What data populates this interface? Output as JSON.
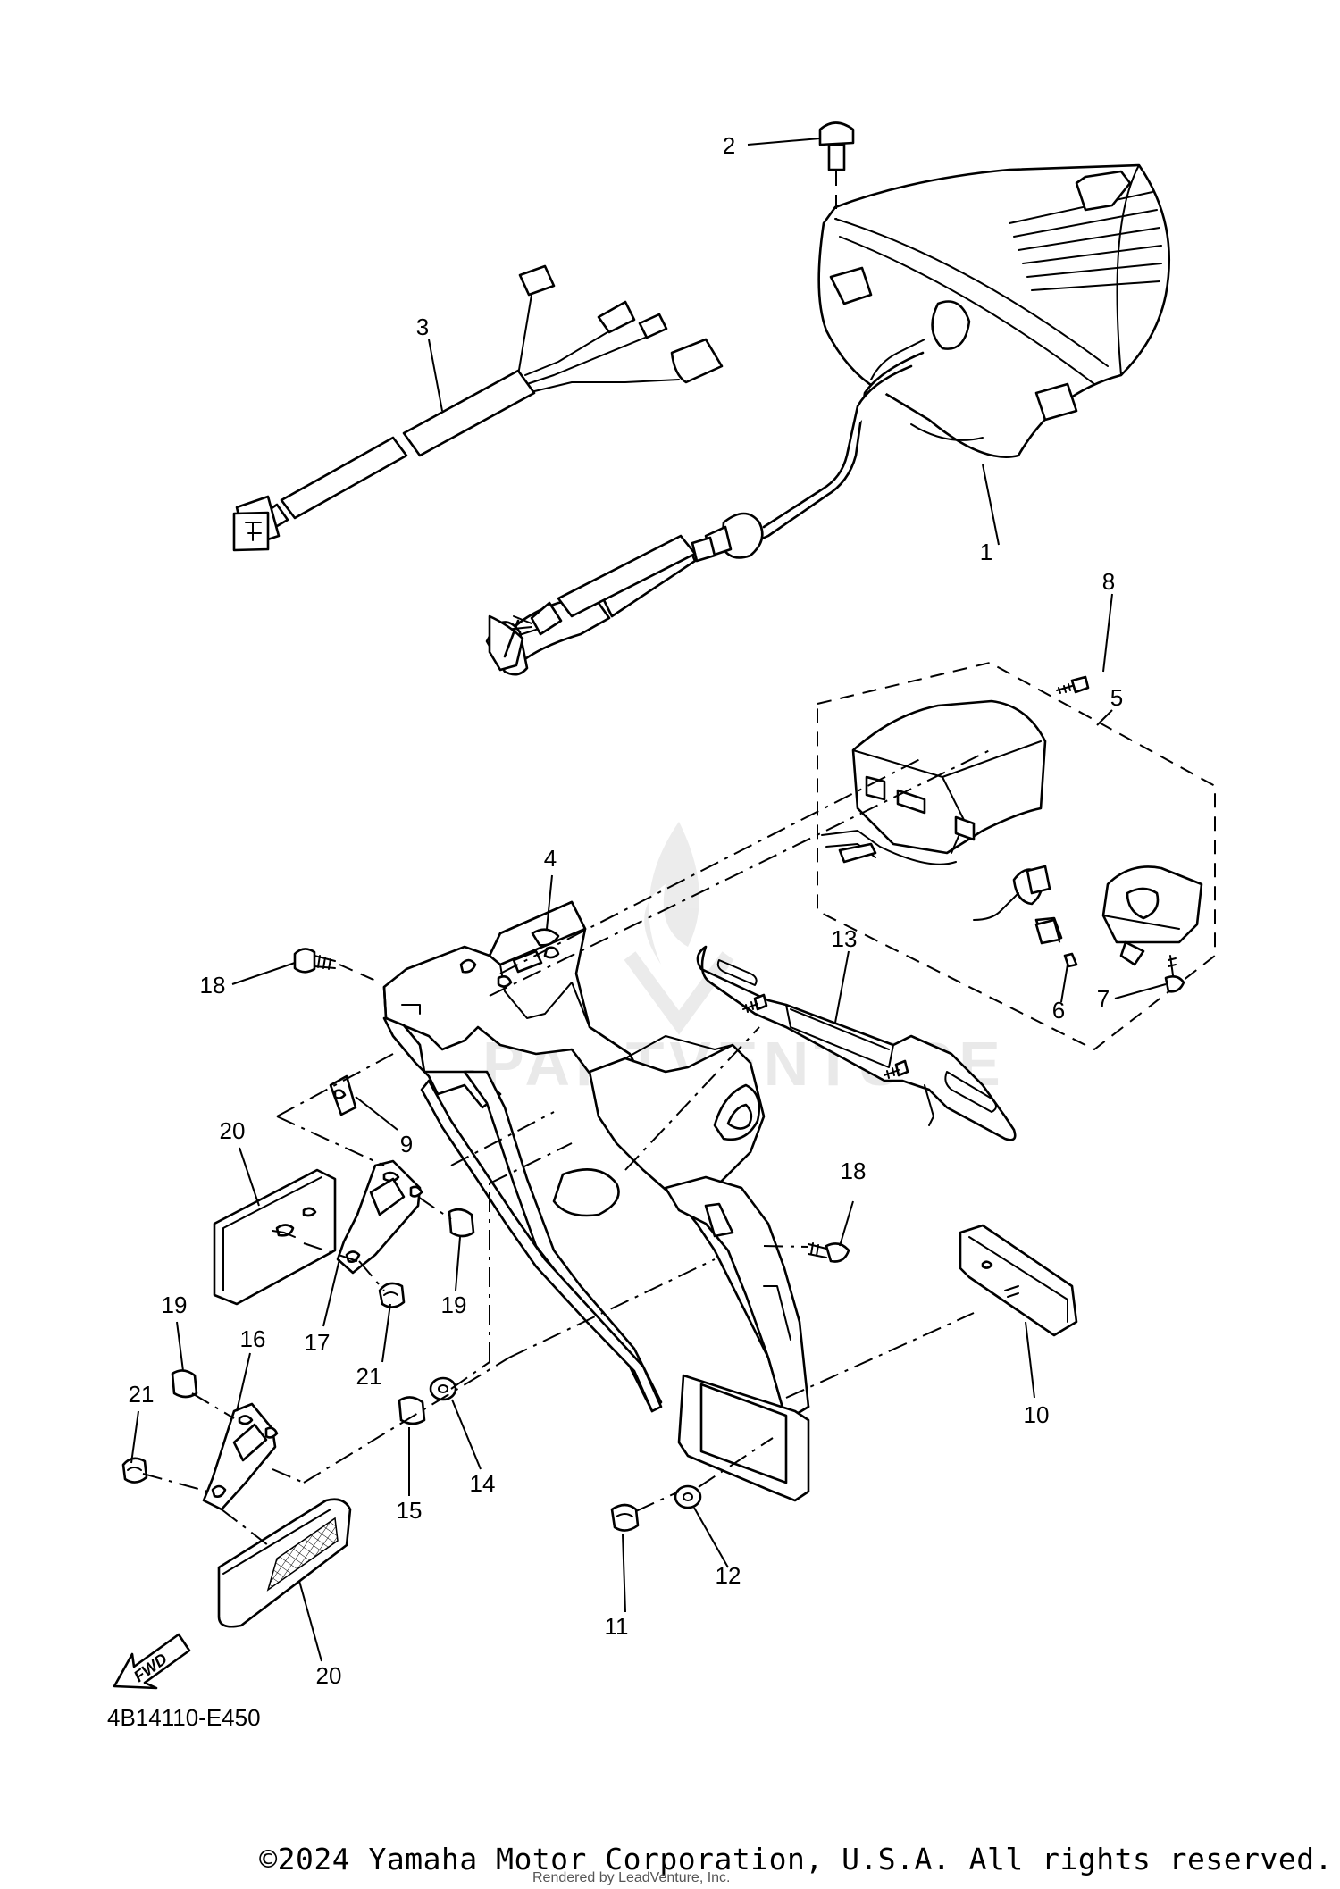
{
  "diagram": {
    "callouts": {
      "c1": "1",
      "c2": "2",
      "c3": "3",
      "c4": "4",
      "c5": "5",
      "c6": "6",
      "c7": "7",
      "c8": "8",
      "c9": "9",
      "c10": "10",
      "c11": "11",
      "c12": "12",
      "c13": "13",
      "c14": "14",
      "c15": "15",
      "c16": "16",
      "c17": "17",
      "c18a": "18",
      "c18b": "18",
      "c19a": "19",
      "c19b": "19",
      "c20a": "20",
      "c20b": "20",
      "c21a": "21",
      "c21b": "21"
    },
    "fwd_label": "FWD",
    "diagram_code": "4B14110-E450",
    "watermark": "PARTVENTURE"
  },
  "footer": {
    "copyright": "©2024 Yamaha Motor Corporation, U.S.A. All rights reserved.",
    "rendered_by": "Rendered by LeadVenture, Inc."
  }
}
